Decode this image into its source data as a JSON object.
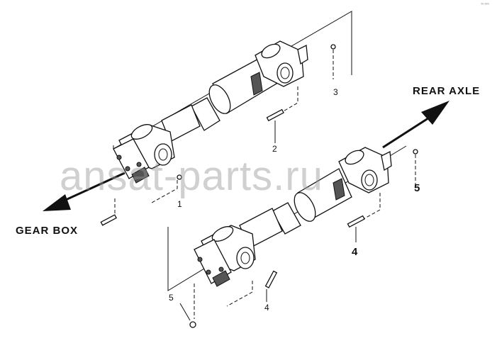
{
  "corner_code": "ᵀ⁰ ⁰⁰⁰",
  "watermark": "ansat-parts.ru",
  "labels": {
    "rear_axle": "REAR AXLE",
    "gear_box": "GEAR BOX"
  },
  "callouts": {
    "c1": "1",
    "c2": "2",
    "c3": "3",
    "c4_large": "4",
    "c4_small": "4",
    "c5_large": "5",
    "c5_small": "5"
  }
}
